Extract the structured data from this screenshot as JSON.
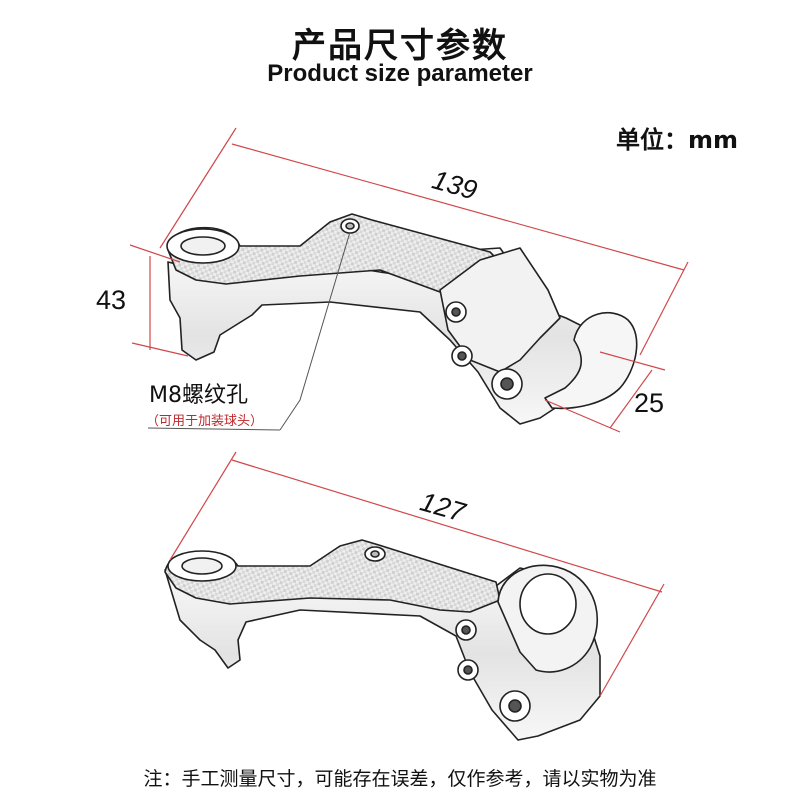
{
  "header": {
    "title_cn": "产品尺寸参数",
    "title_en": "Product size parameter",
    "unit": "单位：mm"
  },
  "dimensions": {
    "top_length": "139",
    "height": "43",
    "depth": "25",
    "bottom_length": "127"
  },
  "callout": {
    "label": "M8螺纹孔",
    "sublabel": "（可用于加装球头）"
  },
  "footer": {
    "note": "注：手工测量尺寸，可能存在误差，仅作参考，请以实物为准"
  },
  "colors": {
    "dimension_line": "#d0484a",
    "outline": "#222222"
  }
}
